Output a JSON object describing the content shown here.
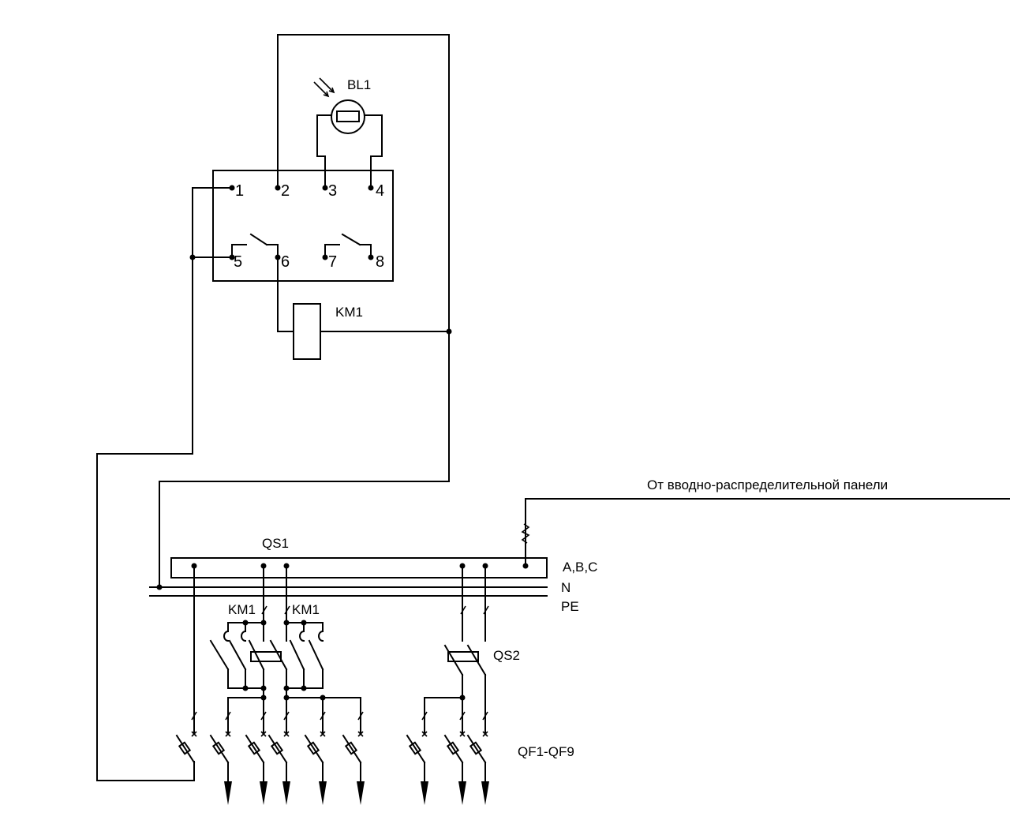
{
  "labels": {
    "bl1": "BL1",
    "km1_coil": "KM1",
    "km1_left": "KM1",
    "km1_right": "KM1",
    "qs1": "QS1",
    "qs2": "QS2",
    "qf": "QF1-QF9",
    "source": "От вводно-распределительной панели",
    "bus_abc": "A,B,C",
    "bus_n": "N",
    "bus_pe": "PE"
  },
  "relay_terminals": [
    "1",
    "2",
    "3",
    "4",
    "5",
    "6",
    "7",
    "8"
  ],
  "outputs": [
    {
      "breaker": "QF1"
    },
    {
      "breaker": "QF2"
    },
    {
      "breaker": "QF3"
    },
    {
      "breaker": "QF4"
    },
    {
      "breaker": "QF5"
    },
    {
      "breaker": "QF6"
    },
    {
      "breaker": "QF7"
    },
    {
      "breaker": "QF8"
    },
    {
      "breaker": "QF9"
    }
  ]
}
